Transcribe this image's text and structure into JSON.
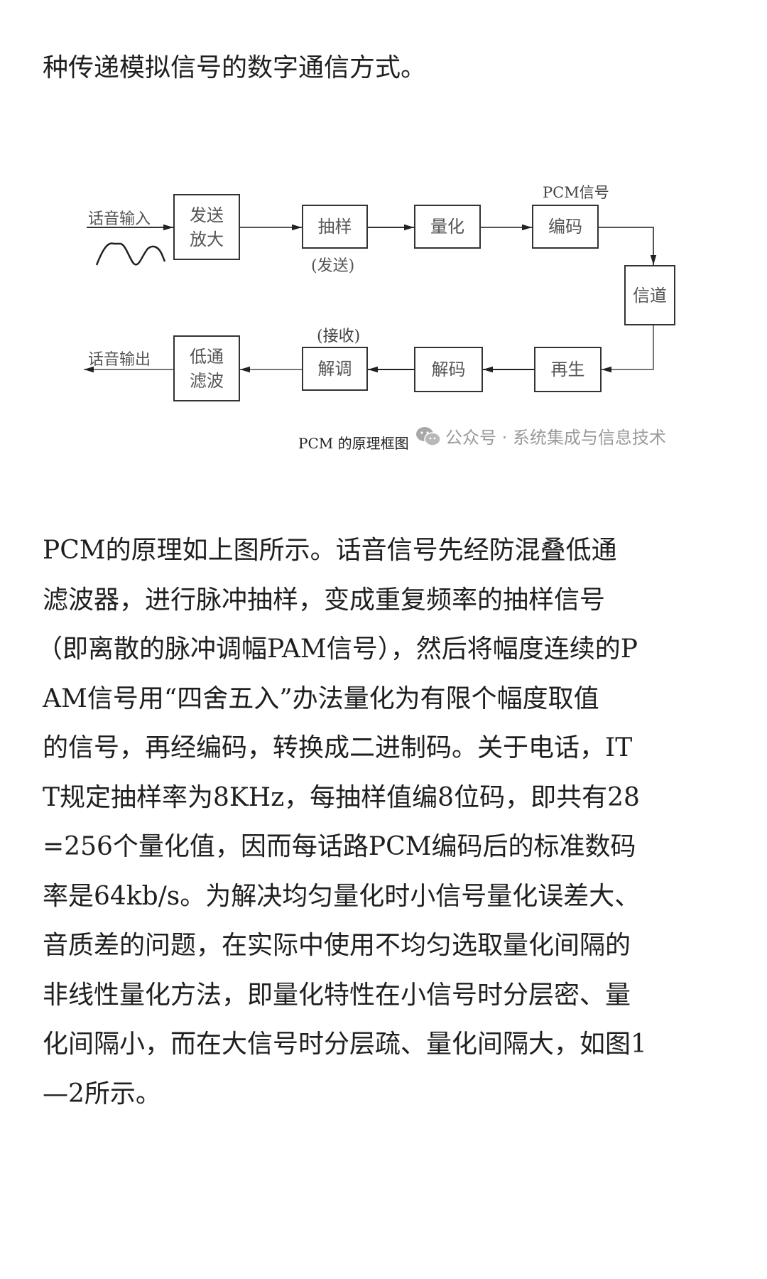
{
  "intro": {
    "text": "种传递模拟信号的数字通信方式。"
  },
  "figure": {
    "caption": "PCM 的原理框图",
    "watermark": "公众号 · 系统集成与信息技术",
    "watermark_icon": "wechat-icon",
    "labels": {
      "voice_input": "话音输入",
      "voice_output": "话音输出",
      "pcm_signal": "PCM信号",
      "send": "(发送)",
      "receive": "(接收)"
    },
    "blocks": {
      "send_amplify": [
        "发送",
        "放大"
      ],
      "sampling": "抽样",
      "quantize": "量化",
      "encode": "编码",
      "channel": "信道",
      "regenerate": "再生",
      "decode": "解码",
      "demodulate": "解调",
      "lowpass_filter": [
        "低通",
        "滤波"
      ]
    }
  },
  "paragraph": {
    "lines": [
      "  PCM的原理如上图所示。话音信号先经防混叠低通",
      "滤波器，进行脉冲抽样，变成重复频率的抽样信号",
      "（即离散的脉冲调幅PAM信号），然后将幅度连续的P",
      "AM信号用“四舍五入”办法量化为有限个幅度取值",
      "的信号，再经编码，转换成二进制码。关于电话，IT",
      "T规定抽样率为8KHz，每抽样值编8位码，即共有28",
      "=256个量化值，因而每话路PCM编码后的标准数码",
      "率是64kb/s。为解决均匀量化时小信号量化误差大、",
      "音质差的问题，在实际中使用不均匀选取量化间隔的",
      "非线性量化方法，即量化特性在小信号时分层密、量",
      "化间隔小，而在大信号时分层疏、量化间隔大，如图1",
      "—2所示。"
    ]
  }
}
